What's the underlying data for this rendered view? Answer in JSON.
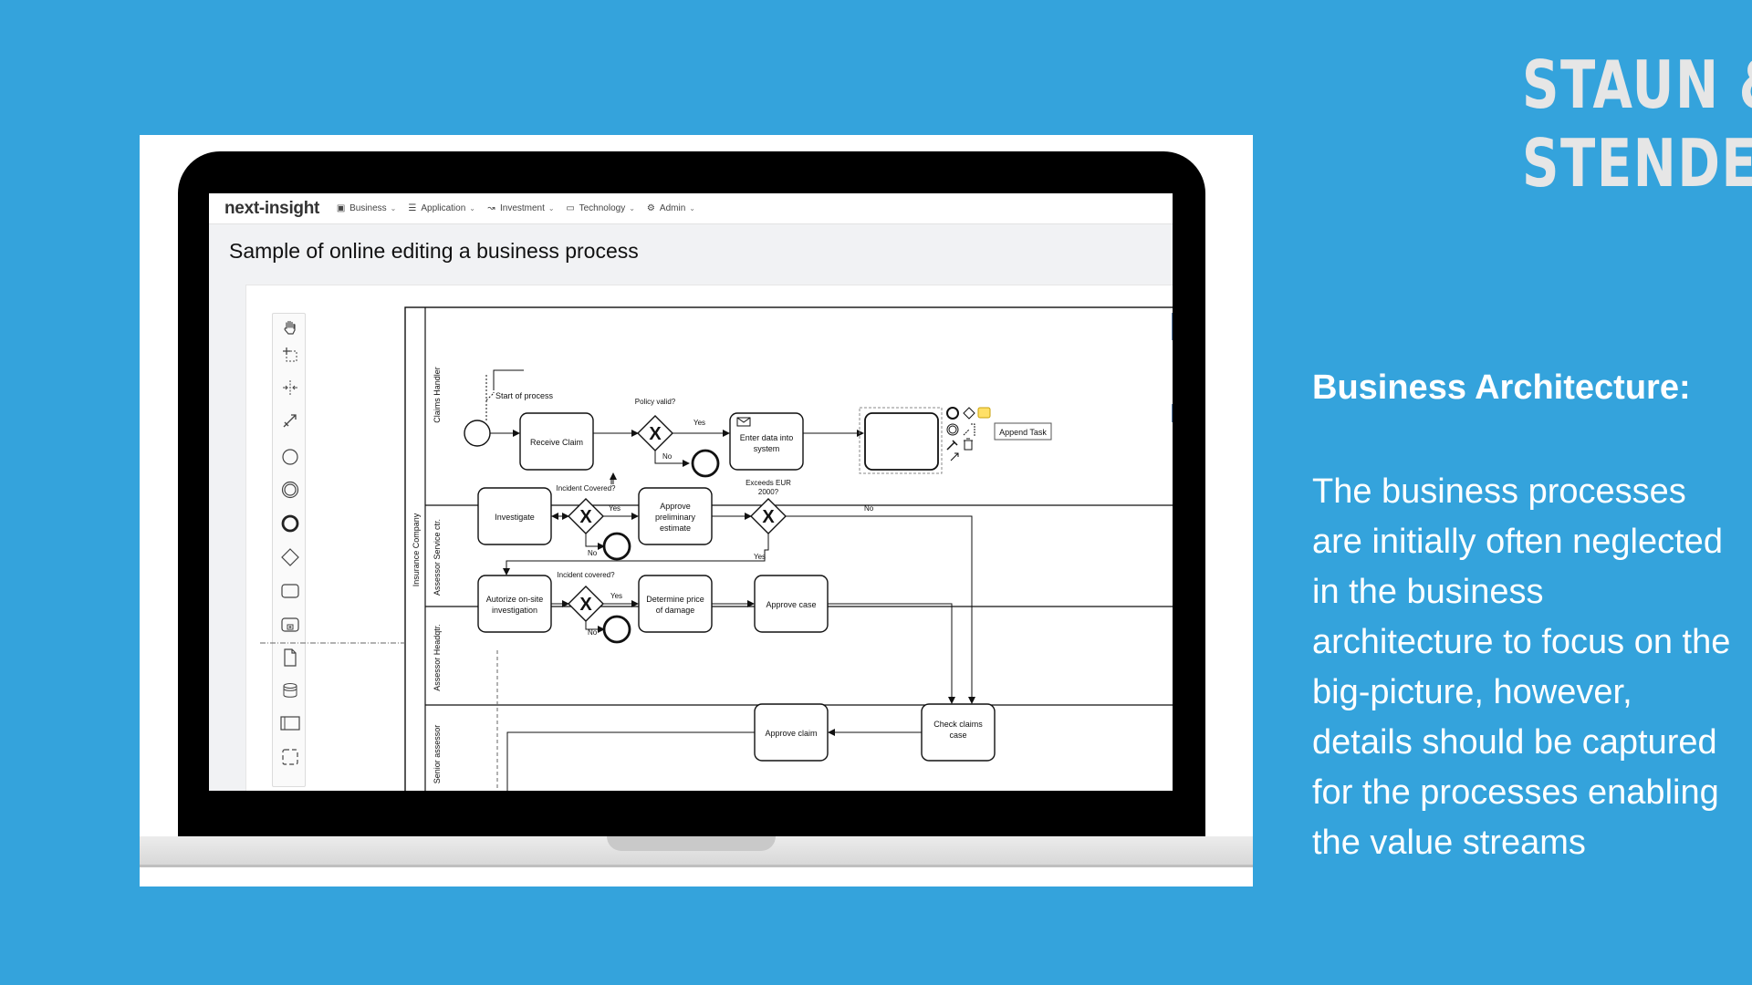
{
  "brand": {
    "line1": "STAUN &",
    "line2": "STENDER"
  },
  "side": {
    "heading": "Business Architecture:",
    "body": "The business processes are initially often neglected in the business architecture to focus on the big-picture, however, details should be captured for the processes enabling the value streams"
  },
  "app": {
    "logo": "next-insight",
    "nav": [
      {
        "label": "Business",
        "icon": "briefcase-icon"
      },
      {
        "label": "Application",
        "icon": "list-icon"
      },
      {
        "label": "Investment",
        "icon": "chart-icon"
      },
      {
        "label": "Technology",
        "icon": "monitor-icon"
      },
      {
        "label": "Admin",
        "icon": "gear-icon"
      }
    ],
    "page_title": "Sample of online editing a business process"
  },
  "palette": [
    "hand-tool-icon",
    "lasso-tool-icon",
    "space-tool-icon",
    "connect-tool-icon",
    "start-event-icon",
    "intermediate-event-icon",
    "end-event-icon",
    "gateway-icon",
    "task-icon",
    "subprocess-icon",
    "data-object-icon",
    "data-store-icon",
    "pool-icon",
    "group-icon"
  ],
  "diagram": {
    "pool": "Insurance Company",
    "lanes": [
      "Claims Handler",
      "Assessor Service ctr.",
      "Assessor Headqtr.",
      "Senior assessor"
    ],
    "annotation": "Start of process",
    "tasks": {
      "receive_claim": "Receive Claim",
      "enter_data": [
        "Enter data into",
        "system"
      ],
      "investigate": "Investigate",
      "approve_estimate": [
        "Approve",
        "preliminary",
        "estimate"
      ],
      "autorize": [
        "Autorize on-site",
        "investigation"
      ],
      "determine_price": [
        "Determine price",
        "of damage"
      ],
      "approve_case": "Approve case",
      "approve_claim": "Approve claim",
      "check_claims": [
        "Check claims",
        "case"
      ]
    },
    "gateways": {
      "policy_valid": "Policy valid?",
      "incident_covered_1": "Incident Covered?",
      "exceeds": [
        "Exceeds EUR",
        "2000?"
      ],
      "incident_covered_2": "Incident covered?"
    },
    "flow_labels": {
      "yes": "Yes",
      "no": "No"
    },
    "context_pad": {
      "append_task": "Append Task"
    }
  }
}
